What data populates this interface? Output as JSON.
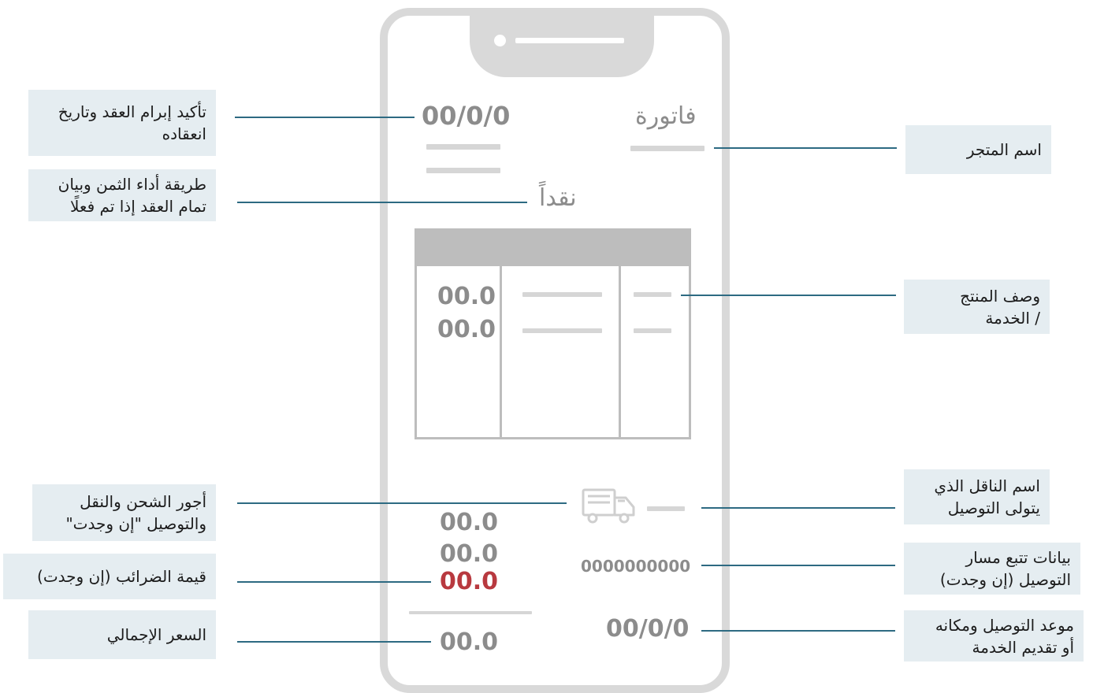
{
  "phone": {
    "invoice_title": "فاتورة",
    "contract_date": "00/0/0",
    "payment_method": "نقداً",
    "table": {
      "prices": [
        "00.0",
        "00.0"
      ]
    },
    "shipping_cost": "00.0",
    "tax_value": "00.0",
    "tax_highlight": "00.0",
    "total_price": "00.0",
    "tracking_number": "0000000000",
    "delivery_date": "00/0/0"
  },
  "callouts": {
    "contract_confirmation": [
      "تأكيد إبرام العقد وتاريخ",
      "انعقاده"
    ],
    "payment_method": [
      "طريقة أداء الثمن وبيان",
      "تمام العقد إذا تم فعلًا"
    ],
    "shipping_fees": [
      "أجور الشحن والنقل",
      "والتوصيل \"إن وجدت\""
    ],
    "tax_value": [
      "قيمة الضرائب (إن وجدت)"
    ],
    "total_price": [
      "السعر الإجمالي"
    ],
    "store_name": [
      "اسم المتجر"
    ],
    "product_description": [
      "وصف المنتج",
      "/ الخدمة"
    ],
    "carrier_name": [
      "اسم الناقل الذي",
      "يتولى التوصيل"
    ],
    "tracking_data": [
      "بيانات تتبع مسار",
      "التوصيل (إن وجدت)"
    ],
    "delivery_time": [
      "موعد التوصيل ومكانه",
      "أو تقديم الخدمة"
    ]
  },
  "icons": {
    "truck": "truck-icon"
  },
  "colors": {
    "callout_bg": "#e5edf1",
    "connector": "#2d6a82",
    "phone_gray": "#d9d9d9",
    "highlight_red": "#b8393f"
  }
}
